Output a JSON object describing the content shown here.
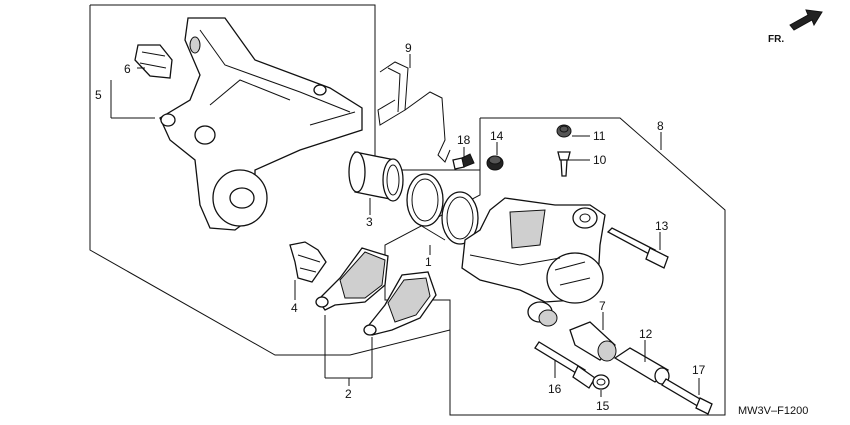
{
  "diagram_code": "MW3V–F1200",
  "direction_label": "FR.",
  "callouts": [
    {
      "id": "c1",
      "number": "1",
      "part": "piston-seal-set"
    },
    {
      "id": "c2",
      "number": "2",
      "part": "brake-pad-set"
    },
    {
      "id": "c3",
      "number": "3",
      "part": "piston"
    },
    {
      "id": "c4",
      "number": "4",
      "part": "pad-spring"
    },
    {
      "id": "c5",
      "number": "5",
      "part": "caliper-bracket"
    },
    {
      "id": "c6",
      "number": "6",
      "part": "retainer-clip"
    },
    {
      "id": "c7",
      "number": "7",
      "part": "boot"
    },
    {
      "id": "c8",
      "number": "8",
      "part": "caliper-assembly"
    },
    {
      "id": "c9",
      "number": "9",
      "part": "pad-retaining-spring"
    },
    {
      "id": "c10",
      "number": "10",
      "part": "bleed-screw"
    },
    {
      "id": "c11",
      "number": "11",
      "part": "bleed-cap"
    },
    {
      "id": "c12",
      "number": "12",
      "part": "slide-pin-sleeve"
    },
    {
      "id": "c13",
      "number": "13",
      "part": "pad-pin"
    },
    {
      "id": "c14",
      "number": "14",
      "part": "pin-plug"
    },
    {
      "id": "c15",
      "number": "15",
      "part": "bushing"
    },
    {
      "id": "c16",
      "number": "16",
      "part": "slide-pin"
    },
    {
      "id": "c17",
      "number": "17",
      "part": "flange-bolt"
    },
    {
      "id": "c18",
      "number": "18",
      "part": "bolt"
    }
  ]
}
